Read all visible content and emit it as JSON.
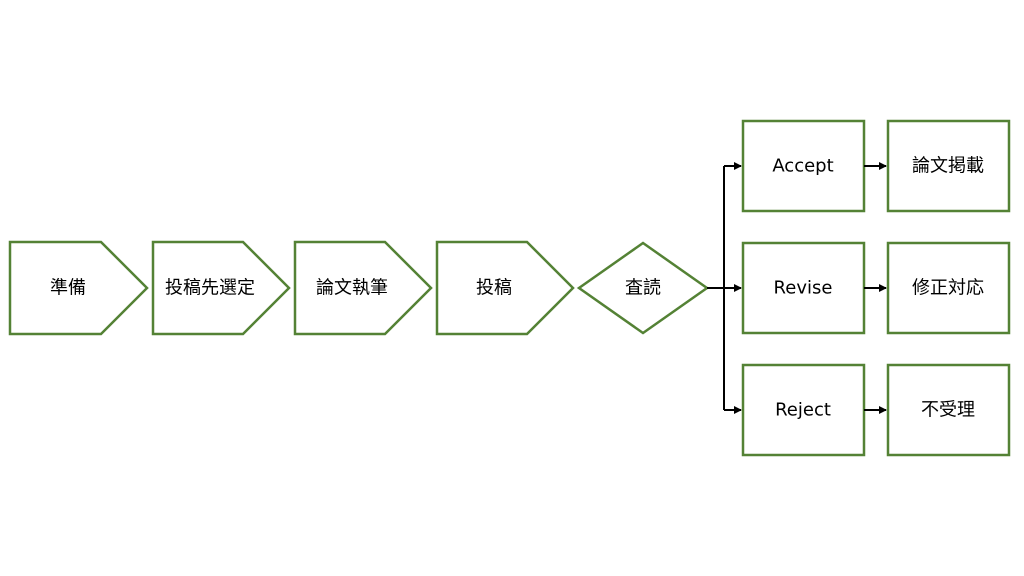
{
  "diagram": {
    "stroke_color": "#548235",
    "fill_color": "#ffffff",
    "connector_color": "#000000",
    "process_steps": [
      {
        "id": "prep",
        "label": "準備"
      },
      {
        "id": "venue",
        "label": "投稿先選定"
      },
      {
        "id": "write",
        "label": "論文執筆"
      },
      {
        "id": "submit",
        "label": "投稿"
      }
    ],
    "decision": {
      "id": "review",
      "label": "査読"
    },
    "outcomes": [
      {
        "id": "accept",
        "label": "Accept"
      },
      {
        "id": "revise",
        "label": "Revise"
      },
      {
        "id": "reject",
        "label": "Reject"
      }
    ],
    "results": [
      {
        "id": "publish",
        "label": "論文掲載"
      },
      {
        "id": "fix",
        "label": "修正対応"
      },
      {
        "id": "nonaccept",
        "label": "不受理"
      }
    ]
  }
}
